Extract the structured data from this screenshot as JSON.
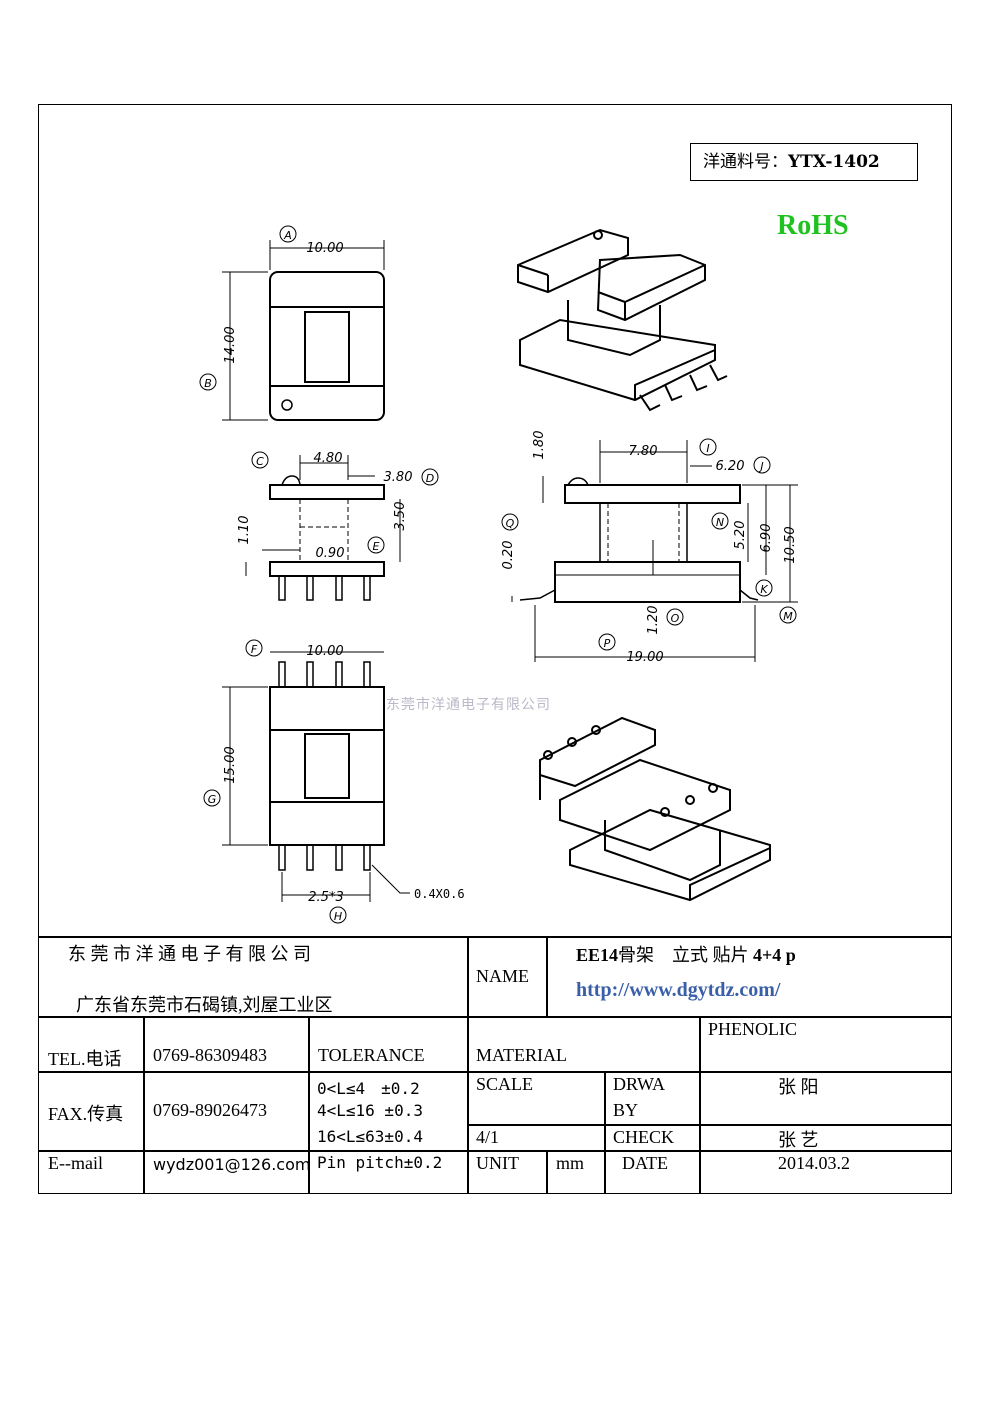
{
  "part_number": {
    "label": "洋通料号：",
    "value": "YTX-1402"
  },
  "compliance": "RoHS",
  "watermark": "东莞市洋通电子有限公司",
  "dimensions": {
    "A": {
      "tag": "A",
      "value": "10.00"
    },
    "B": {
      "tag": "B",
      "value": "14.00"
    },
    "C": {
      "tag": "C",
      "value": "4.80"
    },
    "D": {
      "tag": "D",
      "value": "3.80"
    },
    "E": {
      "tag": "E",
      "value": "3.50"
    },
    "E2": {
      "value": "0.90"
    },
    "side_h": {
      "value": "1.10"
    },
    "F": {
      "tag": "F",
      "value": "10.00"
    },
    "G": {
      "tag": "G",
      "value": "15.00"
    },
    "H": {
      "tag": "H",
      "value": "2.5*3"
    },
    "pin": {
      "value": "0.4X0.6"
    },
    "I": {
      "tag": "I",
      "value": "7.80"
    },
    "J": {
      "tag": "J",
      "value": "6.20"
    },
    "top_h": {
      "value": "1.80"
    },
    "N": {
      "tag": "N",
      "value": "5.20"
    },
    "K": {
      "tag": "K",
      "value": "6.90"
    },
    "M": {
      "tag": "M",
      "value": "10.50"
    },
    "Q": {
      "tag": "Q",
      "value": "0.20"
    },
    "O": {
      "tag": "O",
      "value": "1.20"
    },
    "P": {
      "tag": "P",
      "value": "19.00"
    }
  },
  "title_block": {
    "company": "东 莞 市 洋 通 电 子 有 限 公 司",
    "address": "广东省东莞市石碣镇,刘屋工业区",
    "name_label": "NAME",
    "name_value_a": "EE14",
    "name_value_b": "骨架　立式 贴片",
    "name_value_c": "4+4 p",
    "website": "http://www.dgytdz.com/",
    "tel_label": "TEL.电话",
    "tel_value": "0769-86309483",
    "tolerance_label": "TOLERANCE",
    "material_label": "MATERIAL",
    "material_value": "PHENOLIC",
    "fax_label": "FAX.传真",
    "fax_value": "0769-89026473",
    "tol_1": "0<L≤4　±0.2",
    "tol_2": "4<L≤16 ±0.3",
    "tol_3": "16<L≤63±0.4",
    "tol_4": "Pin pitch±0.2",
    "scale_label": "SCALE",
    "scale_value": "4/1",
    "draw_label_1": "DRWA",
    "draw_label_2": "BY",
    "draw_value": "张 阳",
    "check_label": "CHECK",
    "check_value": "张 艺",
    "email_label": "E--mail",
    "email_value": "wydz001@126.com",
    "unit_label": "UNIT",
    "unit_value": "mm",
    "date_label": "DATE",
    "date_value": "2014.03.2"
  }
}
